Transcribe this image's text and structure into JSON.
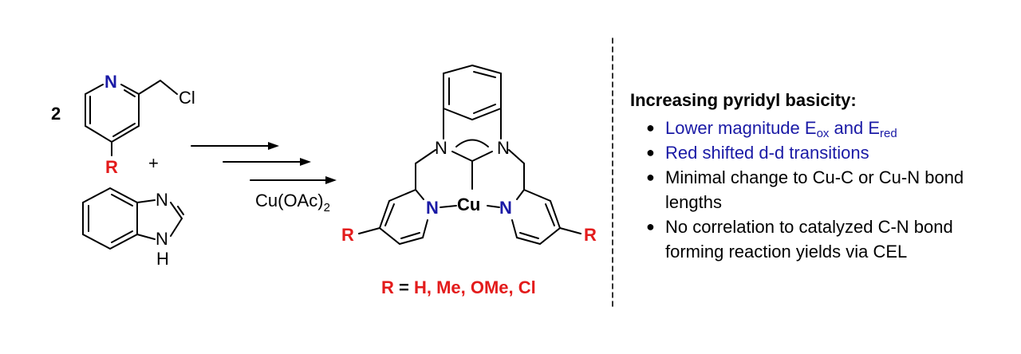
{
  "colors": {
    "bond": "#000000",
    "nitrogen": "#1a1aa6",
    "r_group": "#e31b1b",
    "blue_text": "#1a1aa6"
  },
  "reactants": {
    "coefficient": "2",
    "pyridine_N": "N",
    "chloride": "Cl",
    "R": "R",
    "plus": "+",
    "benzimidazole_N": "N",
    "benzimidazole_NH_N": "N",
    "benzimidazole_NH_H": "H"
  },
  "reagent": {
    "label": "Cu(OAc)",
    "subscript": "2"
  },
  "product": {
    "N_imidazole_left": "N",
    "N_imidazole_right": "N",
    "N_pyridine_left": "N",
    "N_pyridine_right": "N",
    "metal": "Cu",
    "R_left": "R",
    "R_right": "R",
    "r_definition_label": "R",
    "r_definition_eq": " = ",
    "r_definition_values": "H, Me, OMe, Cl"
  },
  "summary": {
    "heading": "Increasing pyridyl basicity:",
    "items": [
      {
        "main": "Lower magnitude E",
        "sub1": "ox",
        "mid": " and E",
        "sub2": "red"
      },
      {
        "main": "Red shifted d-d transitions"
      },
      {
        "main": "Minimal change to Cu-C or Cu-N bond lengths"
      },
      {
        "main": "No correlation to catalyzed C-N bond forming reaction yields via CEL"
      }
    ],
    "bullet": "●"
  }
}
